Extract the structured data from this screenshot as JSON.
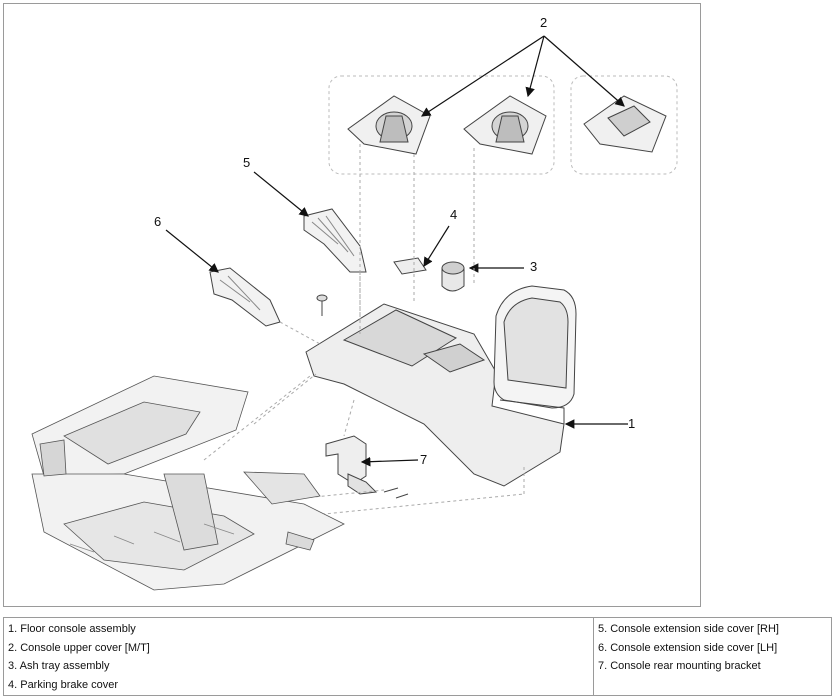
{
  "callouts": {
    "c1": "1",
    "c2": "2",
    "c3": "3",
    "c4": "4",
    "c5": "5",
    "c6": "6",
    "c7": "7"
  },
  "legend": {
    "left": [
      "1. Floor console assembly",
      "2. Console upper cover [M/T]",
      "3. Ash tray assembly",
      "4. Parking brake cover"
    ],
    "right": [
      "5. Console extension side cover [RH]",
      "6. Console extension side cover [LH]",
      "7. Console rear mounting bracket"
    ]
  }
}
